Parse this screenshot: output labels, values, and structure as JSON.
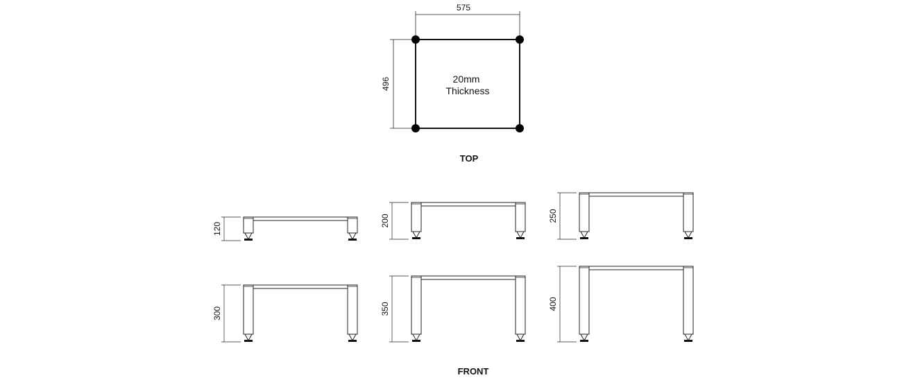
{
  "top_view": {
    "width_label": "575",
    "depth_label": "496",
    "thickness_line1": "20mm",
    "thickness_line2": "Thickness",
    "heading": "TOP"
  },
  "front_view": {
    "heading": "FRONT",
    "stands": [
      {
        "height": "120"
      },
      {
        "height": "200"
      },
      {
        "height": "250"
      },
      {
        "height": "300"
      },
      {
        "height": "350"
      },
      {
        "height": "400"
      }
    ]
  }
}
